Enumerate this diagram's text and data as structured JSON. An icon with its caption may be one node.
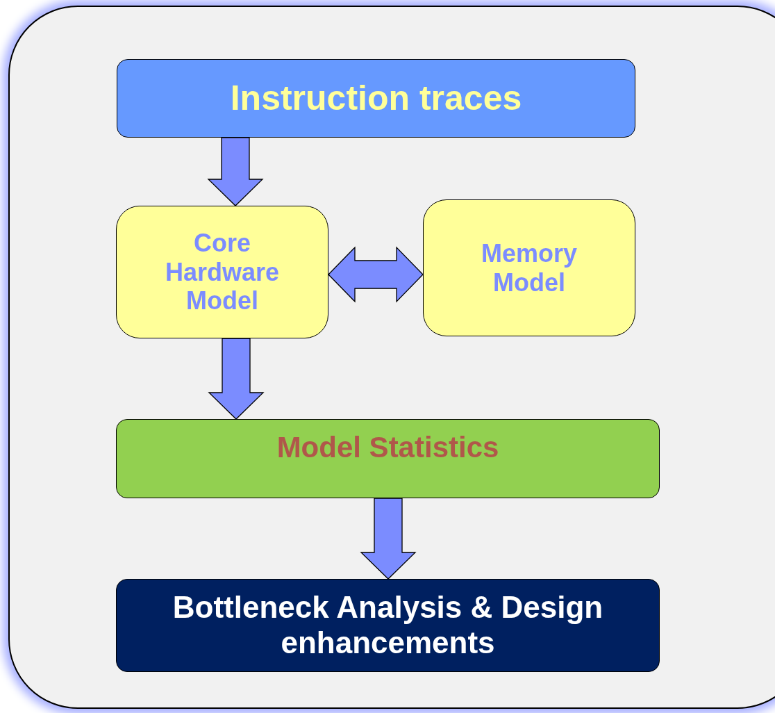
{
  "diagram": {
    "nodes": [
      {
        "text": [
          "Instruction traces"
        ]
      },
      {
        "text": [
          "Core Hardware Model"
        ]
      },
      {
        "text": [
          "Memory Model"
        ]
      },
      {
        "text": [
          "Model Statistics"
        ]
      },
      {
        "text": [
          "Bottleneck Analysis & Design enhancements"
        ]
      }
    ],
    "edges": [
      {
        "from": 0,
        "to": 1,
        "arrow": "to"
      },
      {
        "from": 1,
        "to": 2,
        "arrow": "both"
      },
      {
        "from": 1,
        "to": 3,
        "arrow": "to"
      },
      {
        "from": 3,
        "to": 4,
        "arrow": "to"
      }
    ]
  }
}
